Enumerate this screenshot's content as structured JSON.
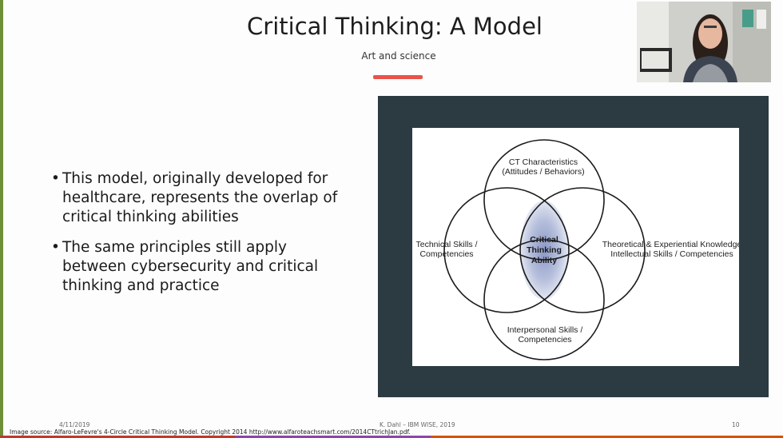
{
  "slide": {
    "title": "Critical Thinking: A Model",
    "subtitle": "Art and science",
    "bullets": [
      "This model, originally developed for healthcare, represents the overlap of critical thinking abilities",
      "The same principles still apply between cybersecurity and critical thinking and practice"
    ]
  },
  "diagram": {
    "top": [
      "CT Characteristics",
      "(Attitudes / Behaviors)"
    ],
    "left": [
      "Technical Skills /",
      "Competencies"
    ],
    "right": [
      "Theoretical & Experiential Knowledge",
      "Intellectual Skills / Competencies"
    ],
    "bottom": [
      "Interpersonal Skills /",
      "Competencies"
    ],
    "center": [
      "Critical",
      "Thinking",
      "Ability"
    ]
  },
  "footer": {
    "date": "4/11/2019",
    "author": "K. Dahl – IBM WISE, 2019",
    "page": "10",
    "source": "Image source: Alfaro-LeFevre's 4-Circle Critical Thinking Model. Copyright 2014 http://www.alfaroteachsmart.com/2014CTtrichJan.pdf."
  },
  "colors": {
    "accent": "#e8534b",
    "figure_frame": "#2c3a41",
    "slide_border": "#6d8f3a"
  }
}
